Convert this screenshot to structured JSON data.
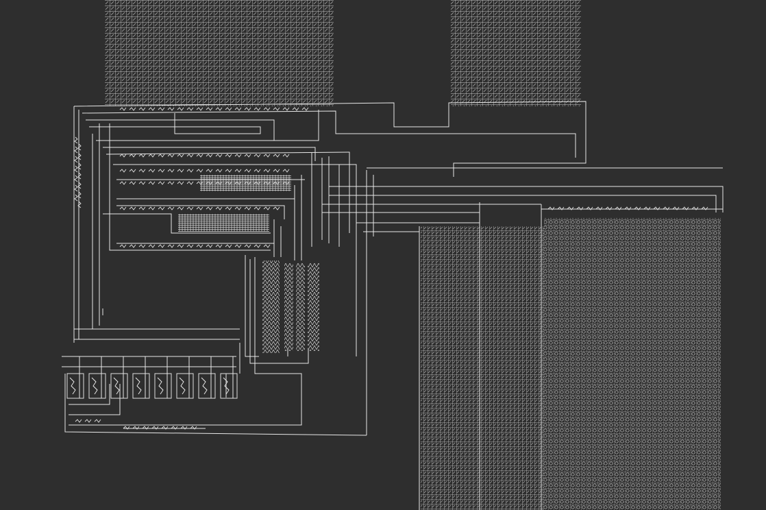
{
  "canvas": {
    "background": "#2e2e2e",
    "trace_color": "#e8e8e8",
    "grid_color": "#cfcfcf"
  },
  "regions": [
    {
      "name": "memory-array-top-left",
      "pattern": "grid"
    },
    {
      "name": "memory-array-top-right",
      "pattern": "grid"
    },
    {
      "name": "memory-array-bottom-center",
      "pattern": "grid"
    },
    {
      "name": "memory-array-bottom-right",
      "pattern": "dense"
    },
    {
      "name": "comb-block-upper",
      "pattern": "comb"
    },
    {
      "name": "comb-block-lower",
      "pattern": "comb"
    },
    {
      "name": "decoder-column-bank",
      "pattern": "vertical-zigzag"
    },
    {
      "name": "register-bank-bottom-left",
      "pattern": "cells"
    }
  ],
  "register_bank": {
    "cell_count": 8
  },
  "decoder_columns": {
    "count": 4
  }
}
